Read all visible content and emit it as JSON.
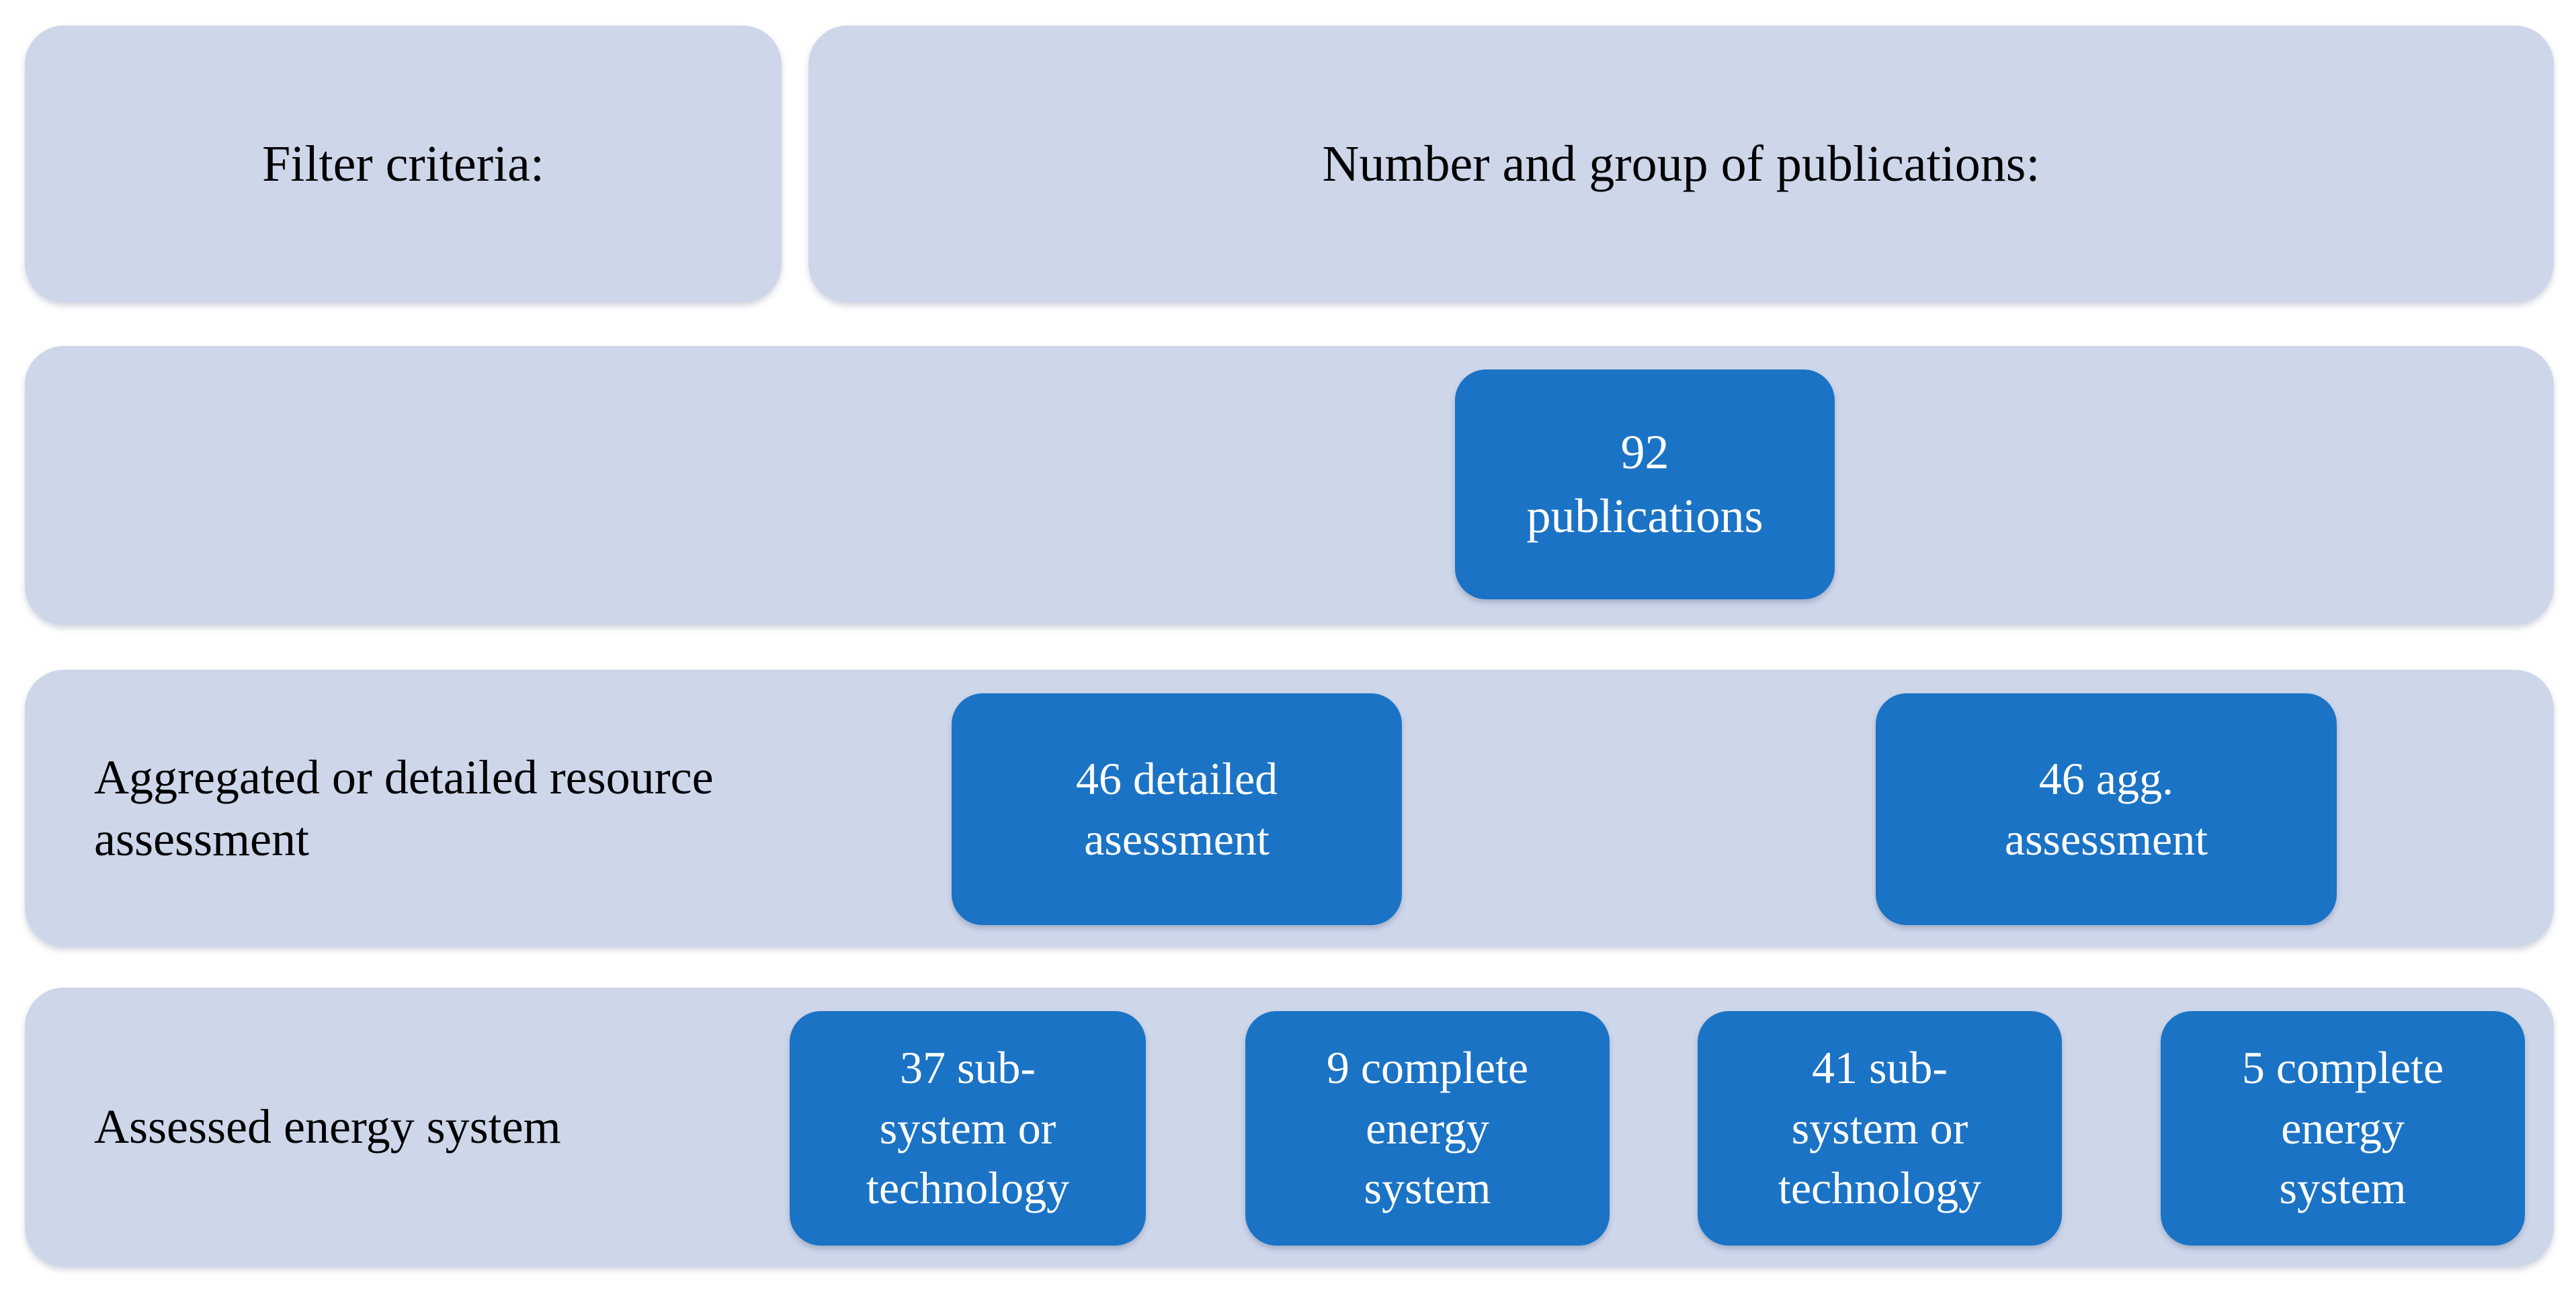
{
  "palette": {
    "background": "#ffffff",
    "light_box_fill": "#ced6ea",
    "blue_box_fill": "#1b73c5",
    "label_text_color": "#000000",
    "blue_box_text_color": "#ffffff"
  },
  "header": {
    "filter_criteria": "Filter criteria:",
    "publications": "Number and group of publications:"
  },
  "rows": [
    {
      "name": "total-publications",
      "label": "",
      "boxes": [
        {
          "text": "92\npublications"
        }
      ]
    },
    {
      "name": "resource-assessment-filter",
      "label": "Aggregated or detailed resource\nassessment",
      "boxes": [
        {
          "text": "46 detailed\nasessment"
        },
        {
          "text": "46 agg.\nassessment"
        }
      ]
    },
    {
      "name": "energy-system-filter",
      "label": "Assessed energy system",
      "boxes": [
        {
          "text": "37 sub-\nsystem or\ntechnology"
        },
        {
          "text": "9 complete\nenergy\nsystem"
        },
        {
          "text": "41 sub-\nsystem or\ntechnology"
        },
        {
          "text": "5 complete\nenergy\nsystem"
        }
      ]
    }
  ]
}
